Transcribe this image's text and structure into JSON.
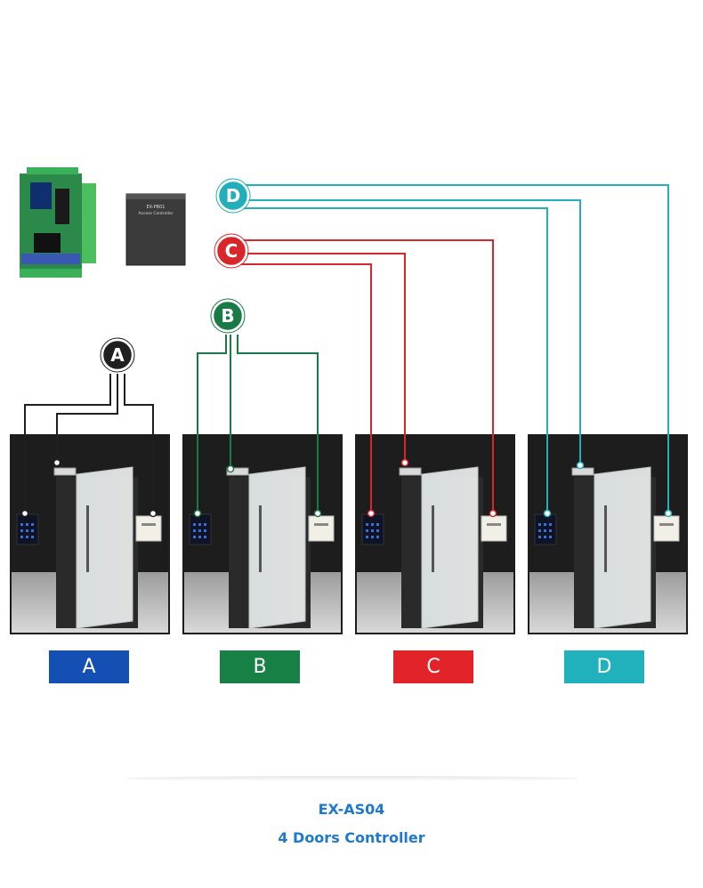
{
  "controller": {
    "board_name": "controller-board",
    "box_title": "EX-PB01",
    "box_subtitle": "Access Controller"
  },
  "doors": [
    {
      "id": "A",
      "label": "A",
      "color": "#1f1f1f",
      "label_color": "#1450b4"
    },
    {
      "id": "B",
      "label": "B",
      "color": "#1a7a45",
      "label_color": "#168045"
    },
    {
      "id": "C",
      "label": "C",
      "color": "#d8262a",
      "label_color": "#e2242a"
    },
    {
      "id": "D",
      "label": "D",
      "color": "#22aebb",
      "label_color": "#20b1bd"
    }
  ],
  "caption": {
    "model": "EX-AS04",
    "subtitle": "4 Doors Controller"
  },
  "icons": {
    "keypad": "keypad-reader-icon",
    "lock": "magnetic-lock-icon",
    "exit": "exit-button-icon"
  }
}
